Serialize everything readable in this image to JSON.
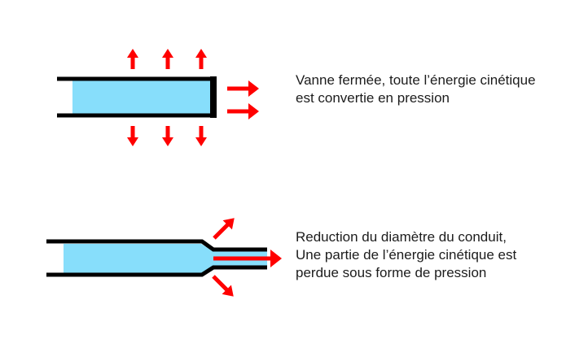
{
  "colors": {
    "background": "#ffffff",
    "fluid": "#87defb",
    "arrow": "#ff0000",
    "pipe": "#000000",
    "text": "#1c1c1c"
  },
  "figures": [
    {
      "id": "closed-valve",
      "caption_lines": [
        "Vanne fermée, toute l’énergie cinétique",
        "est convertie en pression"
      ]
    },
    {
      "id": "reduced-diameter",
      "caption_lines": [
        "Reduction du diamètre du conduit,",
        "Une partie de l’énergie cinétique est",
        "perdue sous forme de pression"
      ]
    }
  ]
}
